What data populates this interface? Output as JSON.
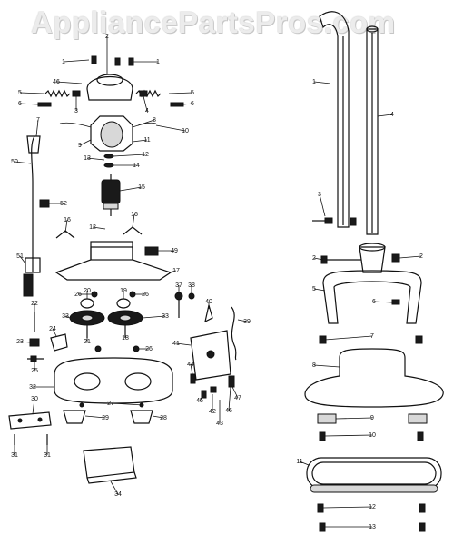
{
  "watermark": "AppliancePartsPros.com",
  "callouts": [
    {
      "id": "c-1a",
      "text": "1"
    },
    {
      "id": "c-1b",
      "text": "1"
    },
    {
      "id": "c-1c",
      "text": "1"
    },
    {
      "id": "c-2a",
      "text": "2"
    },
    {
      "id": "c-2b",
      "text": "2"
    },
    {
      "id": "c-2c",
      "text": "2"
    },
    {
      "id": "c-3a",
      "text": "3"
    },
    {
      "id": "c-3b",
      "text": "3"
    },
    {
      "id": "c-4a",
      "text": "4"
    },
    {
      "id": "c-4b",
      "text": "4"
    },
    {
      "id": "c-5a",
      "text": "5"
    },
    {
      "id": "c-5b",
      "text": "5"
    },
    {
      "id": "c-5c",
      "text": "5"
    },
    {
      "id": "c-6a",
      "text": "6"
    },
    {
      "id": "c-6b",
      "text": "6"
    },
    {
      "id": "c-6c",
      "text": "6"
    },
    {
      "id": "c-7a",
      "text": "7"
    },
    {
      "id": "c-7b",
      "text": "7"
    },
    {
      "id": "c-8a",
      "text": "8"
    },
    {
      "id": "c-8b",
      "text": "8"
    },
    {
      "id": "c-9a",
      "text": "9"
    },
    {
      "id": "c-9b",
      "text": "9"
    },
    {
      "id": "c-10a",
      "text": "10"
    },
    {
      "id": "c-10b",
      "text": "10"
    },
    {
      "id": "c-11a",
      "text": "11"
    },
    {
      "id": "c-11b",
      "text": "11"
    },
    {
      "id": "c-12a",
      "text": "12"
    },
    {
      "id": "c-12b",
      "text": "12"
    },
    {
      "id": "c-12c",
      "text": "12"
    },
    {
      "id": "c-13a",
      "text": "13"
    },
    {
      "id": "c-13b",
      "text": "13"
    },
    {
      "id": "c-14",
      "text": "14"
    },
    {
      "id": "c-15",
      "text": "15"
    },
    {
      "id": "c-16a",
      "text": "16"
    },
    {
      "id": "c-16b",
      "text": "16"
    },
    {
      "id": "c-17",
      "text": "17"
    },
    {
      "id": "c-18",
      "text": "18"
    },
    {
      "id": "c-19",
      "text": "19"
    },
    {
      "id": "c-20",
      "text": "20"
    },
    {
      "id": "c-21",
      "text": "21"
    },
    {
      "id": "c-22",
      "text": "22"
    },
    {
      "id": "c-23",
      "text": "23"
    },
    {
      "id": "c-24",
      "text": "24"
    },
    {
      "id": "c-25",
      "text": "25"
    },
    {
      "id": "c-26a",
      "text": "26"
    },
    {
      "id": "c-26b",
      "text": "26"
    },
    {
      "id": "c-26c",
      "text": "26"
    },
    {
      "id": "c-27",
      "text": "27"
    },
    {
      "id": "c-28",
      "text": "28"
    },
    {
      "id": "c-29",
      "text": "29"
    },
    {
      "id": "c-30",
      "text": "30"
    },
    {
      "id": "c-31a",
      "text": "31"
    },
    {
      "id": "c-31b",
      "text": "31"
    },
    {
      "id": "c-32",
      "text": "32"
    },
    {
      "id": "c-33a",
      "text": "33"
    },
    {
      "id": "c-33b",
      "text": "33"
    },
    {
      "id": "c-34",
      "text": "34"
    },
    {
      "id": "c-37",
      "text": "37"
    },
    {
      "id": "c-38",
      "text": "38"
    },
    {
      "id": "c-39",
      "text": "39"
    },
    {
      "id": "c-40",
      "text": "40"
    },
    {
      "id": "c-41",
      "text": "41"
    },
    {
      "id": "c-42",
      "text": "42"
    },
    {
      "id": "c-43",
      "text": "43"
    },
    {
      "id": "c-44",
      "text": "44"
    },
    {
      "id": "c-45",
      "text": "45"
    },
    {
      "id": "c-46a",
      "text": "46"
    },
    {
      "id": "c-46b",
      "text": "46"
    },
    {
      "id": "c-47",
      "text": "47"
    },
    {
      "id": "c-49",
      "text": "49"
    },
    {
      "id": "c-50",
      "text": "50"
    },
    {
      "id": "c-51",
      "text": "51"
    },
    {
      "id": "c-52",
      "text": "52"
    }
  ]
}
